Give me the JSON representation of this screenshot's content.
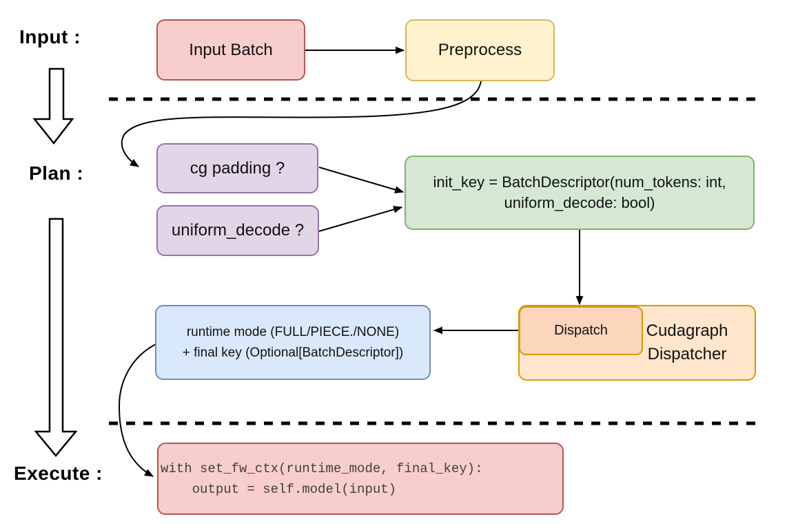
{
  "stages": {
    "input_label": "Input :",
    "plan_label": "Plan :",
    "execute_label": "Execute :"
  },
  "nodes": {
    "input_batch": {
      "label": "Input Batch"
    },
    "preprocess": {
      "label": "Preprocess"
    },
    "cg_padding": {
      "label": "cg padding ?"
    },
    "uniform_decode": {
      "label": "uniform_decode ?"
    },
    "init_key": {
      "line1": "init_key = BatchDescriptor(num_tokens: int,",
      "line2": "uniform_decode: bool)"
    },
    "runtime": {
      "line1": "runtime mode (FULL/PIECE./NONE)",
      "line2": "+ final key (Optional[BatchDescriptor])"
    },
    "dispatch": {
      "label": "Dispatch"
    },
    "dispatcher": {
      "line1": "Cudagraph",
      "line2": "Dispatcher"
    },
    "execute_code": {
      "line1": "with set_fw_ctx(runtime_mode, final_key):",
      "line2": "    output = self.model(input)"
    }
  },
  "edges": [
    {
      "from": "input_batch",
      "to": "preprocess"
    },
    {
      "from": "preprocess",
      "to": "cg_padding"
    },
    {
      "from": "cg_padding",
      "to": "init_key"
    },
    {
      "from": "uniform_decode",
      "to": "init_key"
    },
    {
      "from": "init_key",
      "to": "dispatch"
    },
    {
      "from": "dispatch",
      "to": "runtime"
    },
    {
      "from": "runtime",
      "to": "execute_code"
    }
  ],
  "separators": [
    {
      "between": "input/plan"
    },
    {
      "between": "plan/execute"
    }
  ],
  "colors": {
    "line": "#000000",
    "pink_fill": "#F8CECC",
    "pink_stroke": "#B85450",
    "yellow_fill": "#FFF2CC",
    "yellow_stroke": "#D6B656",
    "purple_fill": "#E1D5E7",
    "purple_stroke": "#9673A6",
    "green_fill": "#D5E8D4",
    "green_stroke": "#82B366",
    "blue_fill": "#DAE8FC",
    "blue_stroke": "#6C8EBF",
    "orange_fill": "#FFE6CC",
    "orange_stroke": "#D79B00",
    "peach_fill": "#FBD5BC",
    "code_text": "#404040"
  }
}
